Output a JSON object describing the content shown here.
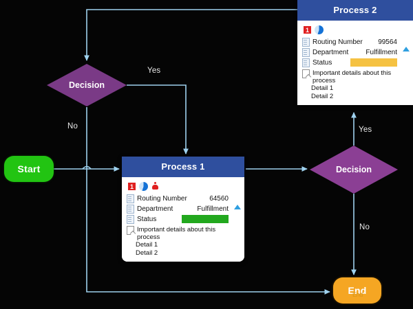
{
  "diagram": {
    "title": "Process Flowchart",
    "background_color": "#050505",
    "connector_color": "#9fd2ef"
  },
  "nodes": {
    "start": {
      "label": "Start",
      "shape": "terminator",
      "color": "#22c412"
    },
    "end": {
      "label": "End",
      "ghost_label": "End",
      "shape": "terminator",
      "color": "#f5a623"
    },
    "decision_1": {
      "label": "Decision",
      "shape": "diamond",
      "color": "#7a3a86"
    },
    "decision_2": {
      "label": "Decision",
      "shape": "diamond",
      "color": "#8b3f94"
    }
  },
  "cards": [
    {
      "id": "process-1",
      "title": "Process 1",
      "header_color": "#2f4f9e",
      "badges": [
        "number-one-icon",
        "pie-chart-icon",
        "alarm-icon"
      ],
      "fields": [
        {
          "label": "Routing Number",
          "value": "64560",
          "type": "text"
        },
        {
          "label": "Department",
          "value": "Fulfillment",
          "type": "text"
        },
        {
          "label": "Status",
          "value": "",
          "type": "swatch",
          "swatch_color": "#22a81e"
        }
      ],
      "detail_heading": "Important details about this process",
      "details": [
        "Detail 1",
        "Detail 2"
      ],
      "expander": "triangle-up-icon"
    },
    {
      "id": "process-2",
      "title": "Process 2",
      "header_color": "#2f4f9e",
      "badges": [
        "number-one-icon",
        "pie-chart-icon"
      ],
      "fields": [
        {
          "label": "Routing Number",
          "value": "99564",
          "type": "text"
        },
        {
          "label": "Department",
          "value": "Fulfillment",
          "type": "text"
        },
        {
          "label": "Status",
          "value": "",
          "type": "swatch",
          "swatch_color": "#f5c242"
        }
      ],
      "detail_heading": "Important details about this process",
      "details": [
        "Detail 1",
        "Detail 2"
      ],
      "expander": "triangle-up-icon"
    }
  ],
  "edge_labels": [
    {
      "id": "yes-top",
      "text": "Yes"
    },
    {
      "id": "no-left",
      "text": "No"
    },
    {
      "id": "yes-right",
      "text": "Yes"
    },
    {
      "id": "no-right",
      "text": "No"
    }
  ]
}
